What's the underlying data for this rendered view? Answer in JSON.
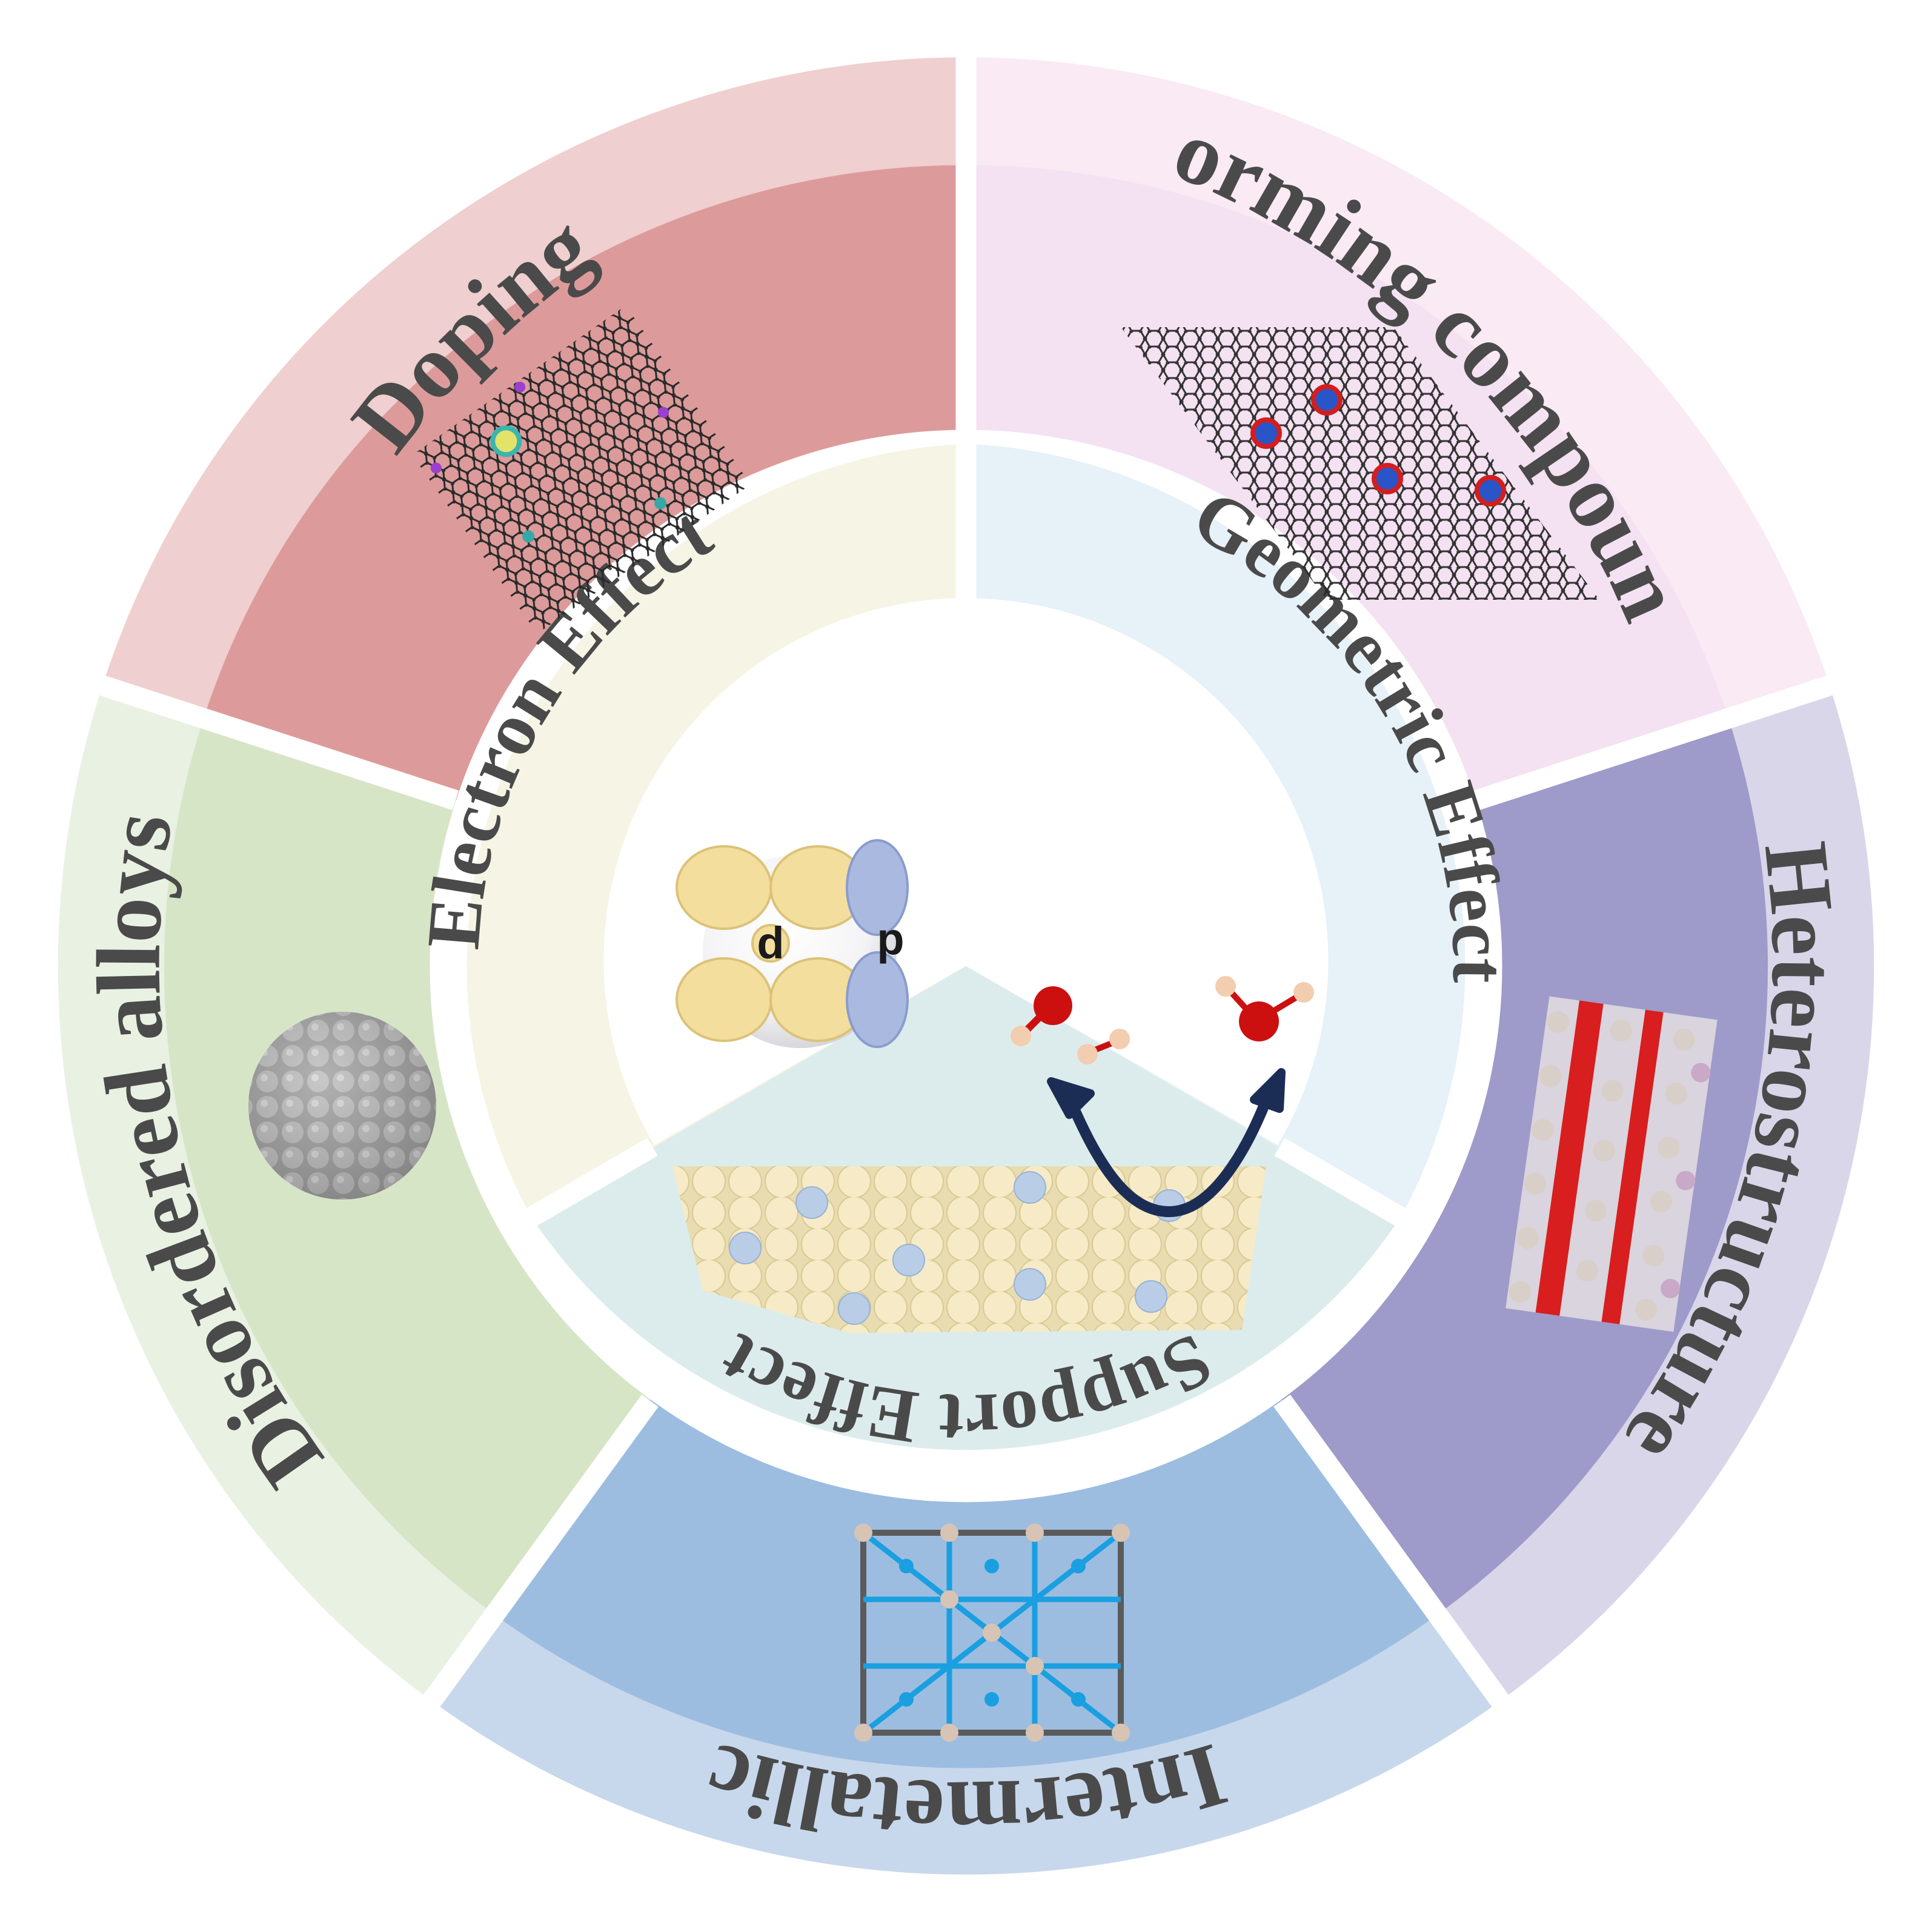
{
  "diagram": {
    "outer_ring": [
      {
        "id": "doping",
        "label": "Doping",
        "outer_color": "#efcfcf",
        "middle_color": "#dc9b9a"
      },
      {
        "id": "forming-compound",
        "label": "Forming compound",
        "outer_color": "#f9eaf4",
        "middle_color": "#f4e1f1"
      },
      {
        "id": "heterostructure",
        "label": "Heterostructure",
        "outer_color": "#d9d6e9",
        "middle_color": "#9e9ac9"
      },
      {
        "id": "intermetallic",
        "label": "Intermetallic",
        "outer_color": "#c7d8ec",
        "middle_color": "#9cbde0"
      },
      {
        "id": "disordered-alloys",
        "label": "Disordered alloys",
        "outer_color": "#e9f1e3",
        "middle_color": "#d7e5c7"
      }
    ],
    "inner_ring": [
      {
        "id": "electron-effect",
        "label": "Electron Effect",
        "color": "#f6f4e4"
      },
      {
        "id": "geometric-effect",
        "label": "Geometric Effect",
        "color": "#e6f1f8"
      },
      {
        "id": "support-effect",
        "label": "Support Effect",
        "color": "#dcecec"
      }
    ],
    "center": {
      "orbital_d_label": "d",
      "orbital_p_label": "p"
    },
    "colors": {
      "gold_lobe": "#f3de9e",
      "blue_lobe": "#aab9e0",
      "oxygen": "#cc1010",
      "hydrogen": "#f2cdb0",
      "arrow": "#1c2d55"
    }
  }
}
